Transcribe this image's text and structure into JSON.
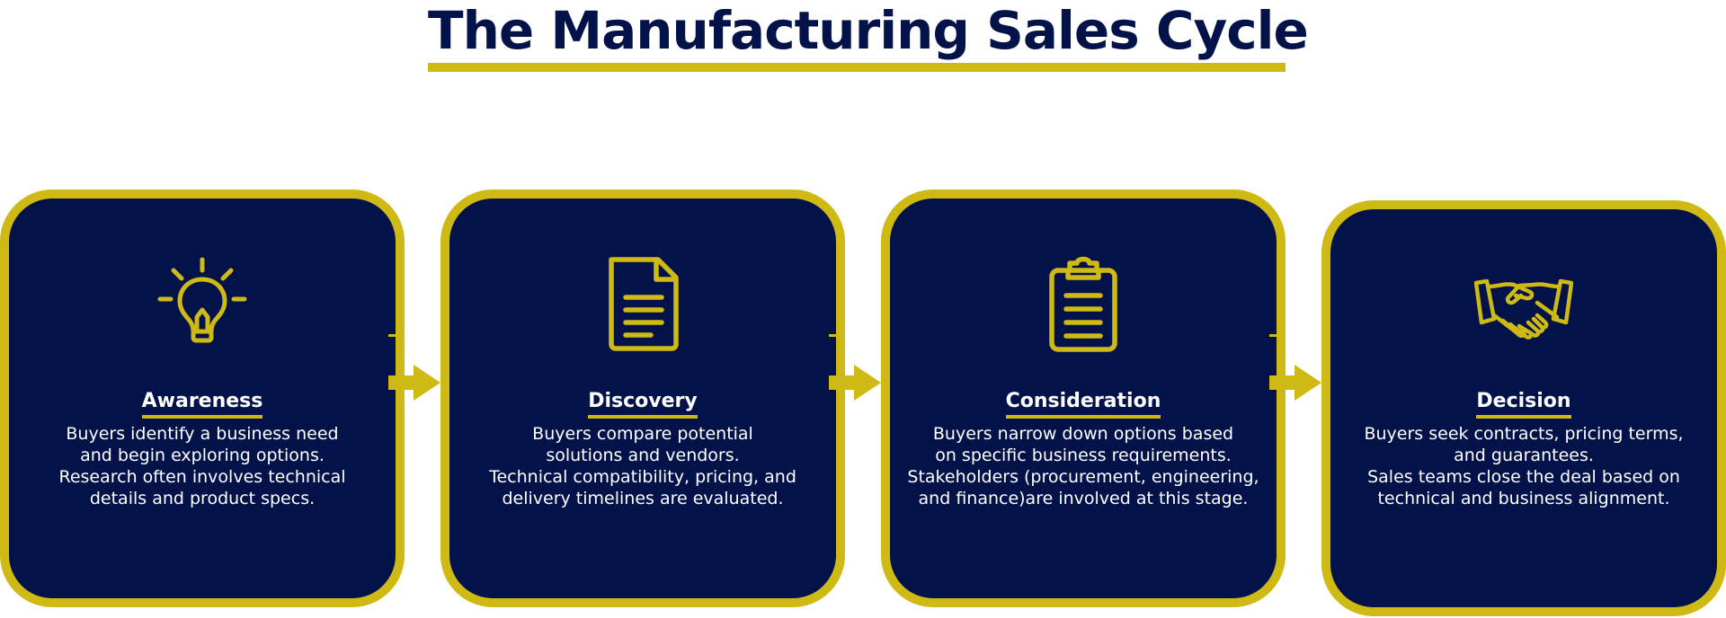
{
  "title": "The Manufacturing Sales Cycle",
  "colors": {
    "navy": "#03134a",
    "gold": "#cfb915",
    "white": "#ffffff"
  },
  "stages": [
    {
      "icon": "lightbulb-icon",
      "heading": "Awareness",
      "body": "Buyers identify a business need\nand begin exploring options.\nResearch often involves technical\ndetails and product specs."
    },
    {
      "icon": "document-icon",
      "heading": "Discovery",
      "body": "Buyers compare potential\nsolutions and vendors.\nTechnical compatibility, pricing, and\ndelivery timelines are evaluated."
    },
    {
      "icon": "clipboard-icon",
      "heading": "Consideration",
      "body": "Buyers narrow down options based\non specific business requirements.\nStakeholders (procurement, engineering,\nand finance)are involved at this stage."
    },
    {
      "icon": "handshake-icon",
      "heading": "Decision",
      "body": "Buyers seek contracts, pricing terms,\nand guarantees.\nSales teams close the deal based on\ntechnical and business alignment."
    }
  ]
}
